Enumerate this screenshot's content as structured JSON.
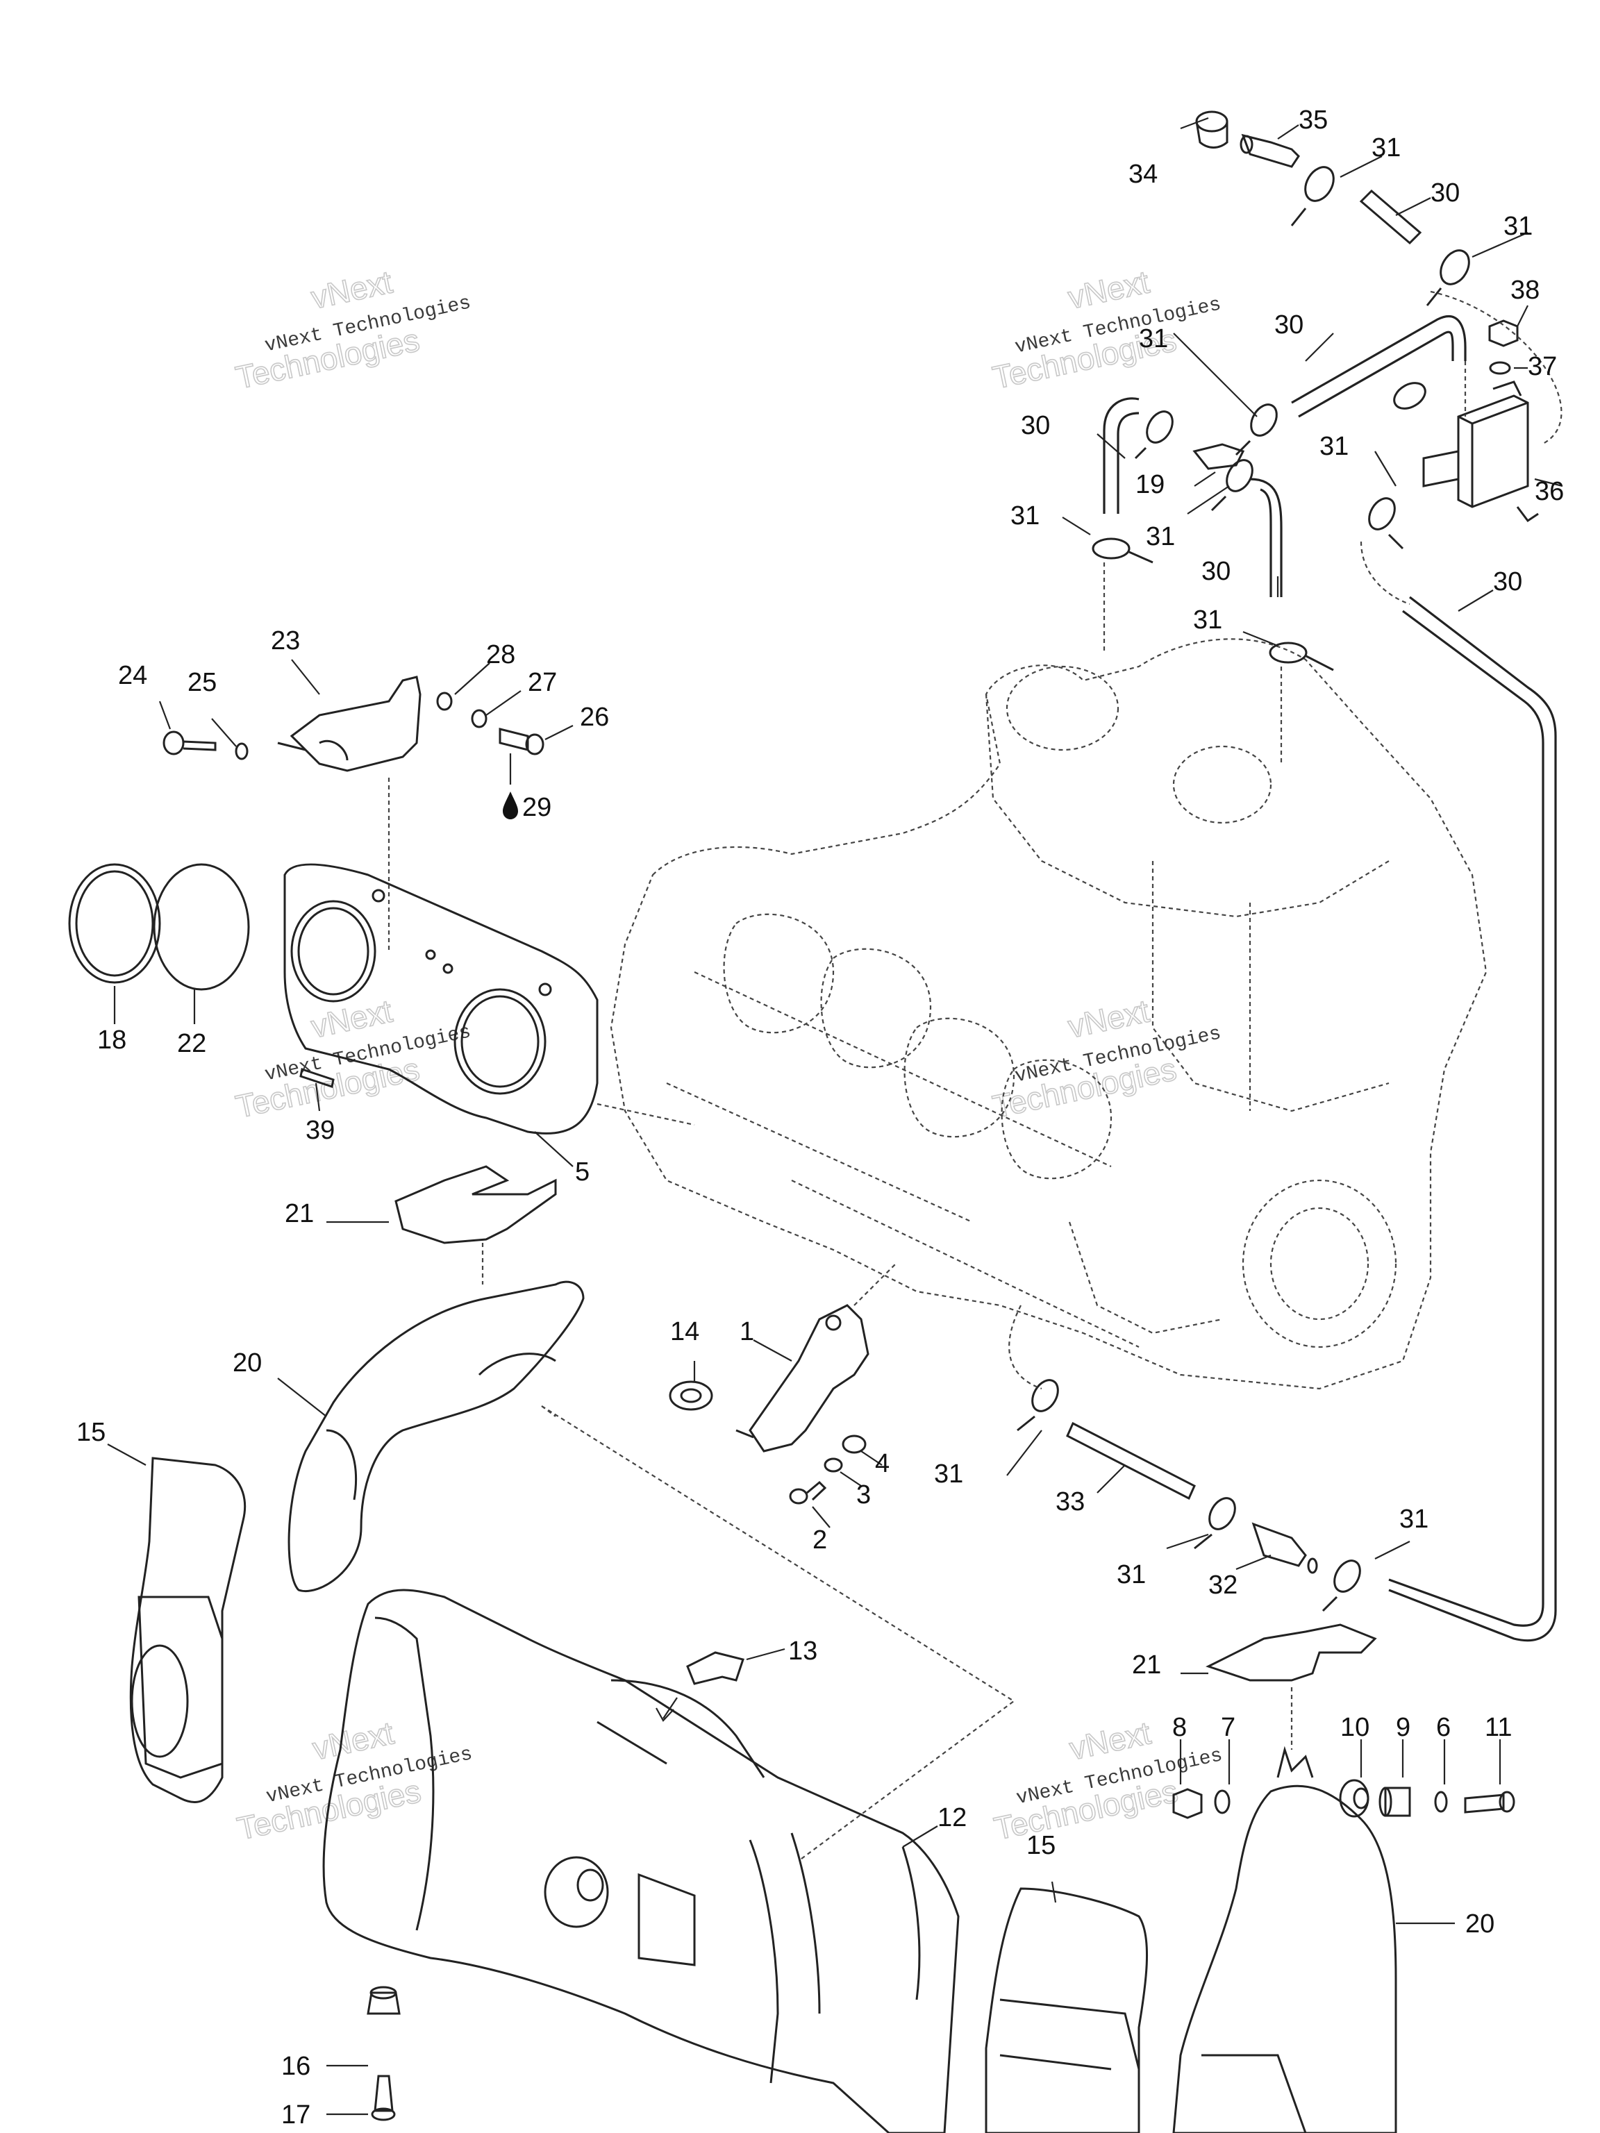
{
  "watermark": {
    "line1": "vNext",
    "line2": "Technologies",
    "small": "vNext Technologies"
  },
  "callouts": [
    "1",
    "2",
    "3",
    "4",
    "5",
    "6",
    "7",
    "8",
    "9",
    "10",
    "11",
    "12",
    "13",
    "14",
    "15",
    "15",
    "16",
    "17",
    "18",
    "19",
    "20",
    "20",
    "21",
    "21",
    "22",
    "23",
    "24",
    "25",
    "26",
    "27",
    "28",
    "29",
    "30",
    "30",
    "30",
    "30",
    "30",
    "31",
    "31",
    "31",
    "31",
    "31",
    "31",
    "31",
    "31",
    "31",
    "31",
    "32",
    "33",
    "34",
    "35",
    "36",
    "37",
    "38",
    "39"
  ],
  "colors": {
    "line": "#222222",
    "background": "#ffffff",
    "watermark": "#c8c8c8"
  },
  "icons": [
    "oil-drop-icon"
  ]
}
